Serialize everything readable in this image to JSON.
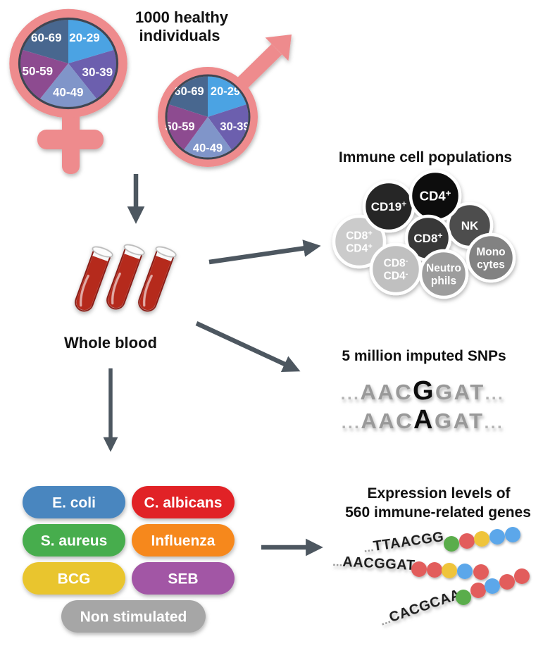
{
  "population": {
    "label_line1": "1000 healthy",
    "label_line2": "individuals",
    "symbol_color": "#ee8b8d",
    "pie_ring_color": "#3f4652",
    "age_slices": [
      {
        "label": "20-29",
        "color": "#4ba3e3"
      },
      {
        "label": "30-39",
        "color": "#6c5fae"
      },
      {
        "label": "40-49",
        "color": "#8095c9"
      },
      {
        "label": "50-59",
        "color": "#8d4b90"
      },
      {
        "label": "60-69",
        "color": "#48678f"
      }
    ]
  },
  "whole_blood": {
    "label": "Whole blood",
    "blood_color": "#b52b1e",
    "tube_outline": "#8a1d13"
  },
  "arrow_color": "#4d5760",
  "immune_cells": {
    "title": "Immune cell populations",
    "cells": [
      {
        "name": "CD8+CD4+",
        "color": "#cbcbcb",
        "lines": [
          {
            "text": "CD8",
            "sup": "+"
          },
          {
            "text": "CD4",
            "sup": "+"
          }
        ]
      },
      {
        "name": "CD19+",
        "color": "#262626",
        "lines": [
          {
            "text": "CD19",
            "sup": "+"
          }
        ]
      },
      {
        "name": "NK",
        "color": "#4d4d4d",
        "lines": [
          {
            "text": "NK"
          }
        ]
      },
      {
        "name": "Monocytes",
        "color": "#828282",
        "lines": [
          {
            "text": "Mono"
          },
          {
            "text": "cytes"
          }
        ]
      },
      {
        "name": "CD4+",
        "color": "#0a0a0a",
        "lines": [
          {
            "text": "CD4",
            "sup": "+"
          }
        ]
      },
      {
        "name": "CD8+",
        "color": "#383838",
        "lines": [
          {
            "text": "CD8",
            "sup": "+"
          }
        ]
      },
      {
        "name": "CD8-CD4-",
        "color": "#c0c0c0",
        "lines": [
          {
            "text": "CD8",
            "sup": "-"
          },
          {
            "text": "CD4",
            "sup": "-"
          }
        ]
      },
      {
        "name": "Neutrophils",
        "color": "#9d9d9d",
        "lines": [
          {
            "text": "Neutro"
          },
          {
            "text": "phils"
          }
        ]
      }
    ]
  },
  "snps": {
    "title": "5 million imputed SNPs",
    "gray_color": "#999999",
    "variant_color": "#0b0b0b",
    "sequences": [
      {
        "pre": "...",
        "before": "AAC",
        "variant": "G",
        "after": "GAT",
        "post": "..."
      },
      {
        "pre": "...",
        "before": "AAC",
        "variant": "A",
        "after": "GAT",
        "post": "..."
      }
    ]
  },
  "stimulations": [
    {
      "label": "E. coli",
      "color": "#4a86bf"
    },
    {
      "label": "C. albicans",
      "color": "#e12228"
    },
    {
      "label": "S. aureus",
      "color": "#47ad4d"
    },
    {
      "label": "Influenza",
      "color": "#f6881f"
    },
    {
      "label": "BCG",
      "color": "#e9c52d"
    },
    {
      "label": "SEB",
      "color": "#a257a5"
    },
    {
      "label": "Non stimulated",
      "color": "#a6a6a6"
    }
  ],
  "expression": {
    "title_line1": "Expression levels of",
    "title_line2": "560 immune-related genes",
    "dot_colors": {
      "green": "#5aad4b",
      "red": "#e25d5b",
      "yellow": "#efc43b",
      "blue": "#5ba7ea"
    },
    "strands": [
      {
        "pre": "...",
        "seq": "TTAACGG",
        "dots": [
          "green",
          "red",
          "yellow",
          "blue",
          "blue"
        ]
      },
      {
        "pre": "...",
        "seq": "AACGGAT",
        "dots": [
          "red",
          "red",
          "yellow",
          "blue",
          "red"
        ]
      },
      {
        "pre": "...",
        "seq": "CACGCAA",
        "dots": [
          "green",
          "red",
          "blue",
          "red",
          "red"
        ]
      }
    ]
  }
}
